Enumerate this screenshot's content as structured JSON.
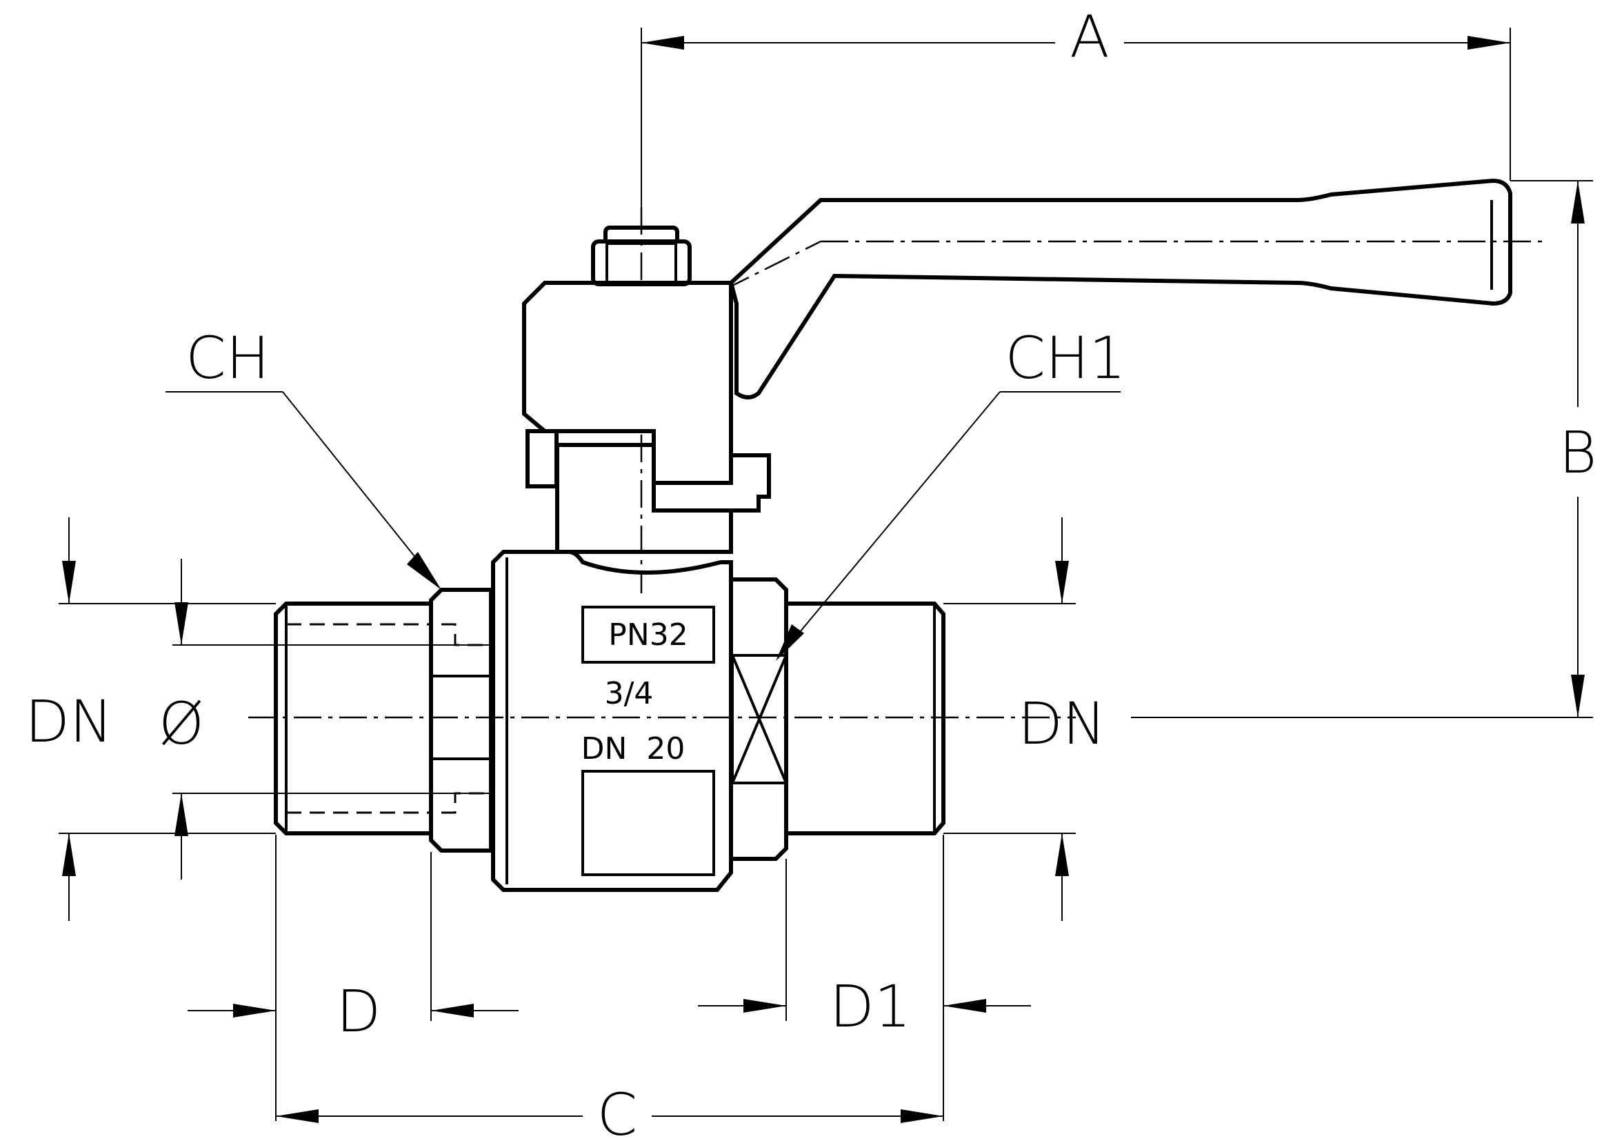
{
  "labels": {
    "A": "A",
    "B": "B",
    "C": "C",
    "D": "D",
    "D1": "D1",
    "CH": "CH",
    "CH1": "CH1",
    "DN_left": "DN",
    "DN_right": "DN",
    "diameter": "Ø"
  },
  "body_markings": {
    "pressure": "PN32",
    "size": "3/4",
    "dn": "DN  20"
  },
  "colors": {
    "line": "#000000",
    "background": "#ffffff"
  }
}
